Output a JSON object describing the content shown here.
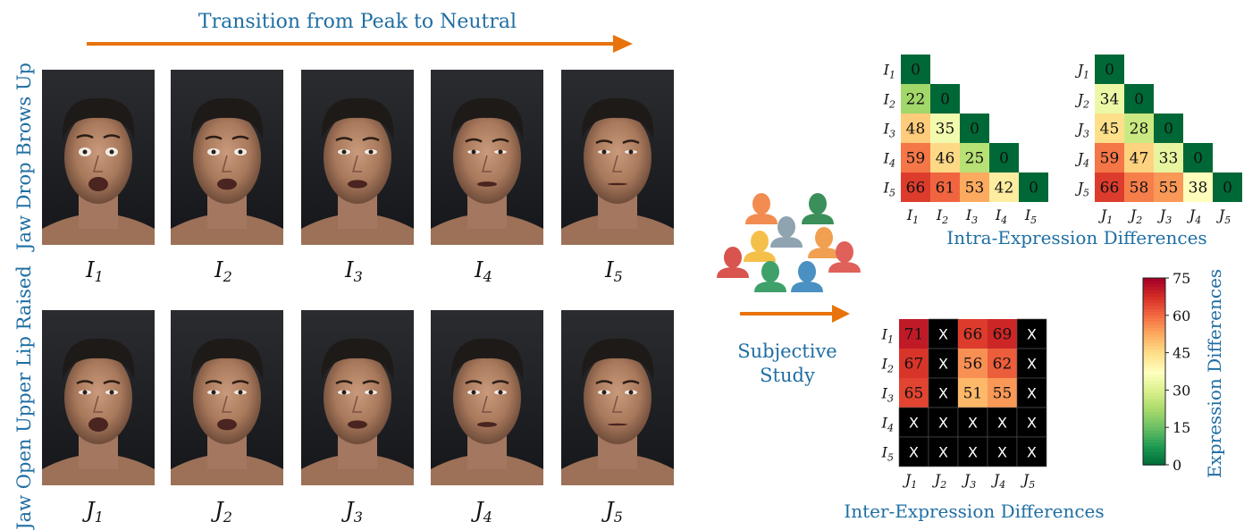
{
  "title": "Transition from Peak to Neutral",
  "row_labels": [
    "Jaw Drop Brows Up",
    "Jaw Open Upper Lip Raised"
  ],
  "row1": [
    {
      "letter": "I",
      "sub": "1"
    },
    {
      "letter": "I",
      "sub": "2"
    },
    {
      "letter": "I",
      "sub": "3"
    },
    {
      "letter": "I",
      "sub": "4"
    },
    {
      "letter": "I",
      "sub": "5"
    }
  ],
  "row2": [
    {
      "letter": "J",
      "sub": "1"
    },
    {
      "letter": "J",
      "sub": "2"
    },
    {
      "letter": "J",
      "sub": "3"
    },
    {
      "letter": "J",
      "sub": "4"
    },
    {
      "letter": "J",
      "sub": "5"
    }
  ],
  "study_label": [
    "Subjective",
    "Study"
  ],
  "intra_title": "Intra-Expression Differences",
  "inter_title": "Inter-Expression Differences",
  "colorbar_label": "Expression Differences",
  "colorbar_ticks": [
    "75",
    "60",
    "45",
    "30",
    "15",
    "0"
  ],
  "colors": {
    "accent_blue": "#1f6ea3",
    "arrow_orange": "#e8730c",
    "people": [
      "#f28c50",
      "#3a8f5a",
      "#8fa3b0",
      "#f5c04a",
      "#f0a050",
      "#d9534f",
      "#e0605a",
      "#3fa06a",
      "#4a90c2"
    ]
  },
  "chart_data": [
    {
      "type": "heatmap",
      "title": "Intra-Expression Differences",
      "row_labels": [
        "I1",
        "I2",
        "I3",
        "I4",
        "I5"
      ],
      "col_labels": [
        "I1",
        "I2",
        "I3",
        "I4",
        "I5"
      ],
      "values": [
        [
          0
        ],
        [
          22,
          0
        ],
        [
          48,
          35,
          0
        ],
        [
          59,
          46,
          25,
          0
        ],
        [
          66,
          61,
          53,
          42,
          0
        ]
      ],
      "range": [
        0,
        75
      ]
    },
    {
      "type": "heatmap",
      "title": "Intra-Expression Differences",
      "row_labels": [
        "J1",
        "J2",
        "J3",
        "J4",
        "J5"
      ],
      "col_labels": [
        "J1",
        "J2",
        "J3",
        "J4",
        "J5"
      ],
      "values": [
        [
          0
        ],
        [
          34,
          0
        ],
        [
          45,
          28,
          0
        ],
        [
          59,
          47,
          33,
          0
        ],
        [
          66,
          58,
          55,
          38,
          0
        ]
      ],
      "range": [
        0,
        75
      ]
    },
    {
      "type": "heatmap",
      "title": "Inter-Expression Differences",
      "row_labels": [
        "I1",
        "I2",
        "I3",
        "I4",
        "I5"
      ],
      "col_labels": [
        "J1",
        "J2",
        "J3",
        "J4",
        "J5"
      ],
      "values": [
        [
          71,
          "X",
          66,
          69,
          "X"
        ],
        [
          67,
          "X",
          56,
          62,
          "X"
        ],
        [
          65,
          "X",
          51,
          55,
          "X"
        ],
        [
          "X",
          "X",
          "X",
          "X",
          "X"
        ],
        [
          "X",
          "X",
          "X",
          "X",
          "X"
        ]
      ],
      "range": [
        0,
        75
      ]
    }
  ]
}
